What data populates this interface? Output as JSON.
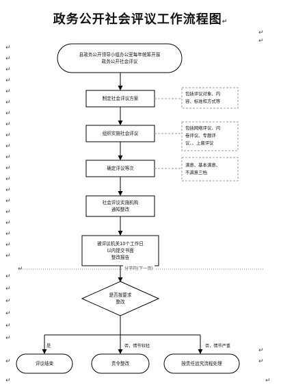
{
  "title": "政务公开社会评议工作流程图",
  "paragraph_mark": "↵",
  "flow": {
    "start": [
      "县政务公开领导小组办公室每年统筹开展",
      "政务公开社会评议"
    ],
    "step1": "制定社会评议方案",
    "step2": "组织实施社会评议",
    "step3": "确定评议等次",
    "step4": [
      "社会评议实施机构",
      "通知整改"
    ],
    "step5": [
      "被评议机关10个工作日",
      "以内提交书面",
      "整改报告"
    ],
    "decision": [
      "是否按要求",
      "整改"
    ],
    "end_yes": "评议结束",
    "end_warn": "责令整改",
    "end_severe": "按责任追究流程处理"
  },
  "notes": {
    "note1": [
      "包括评议对象、内",
      "容、标准和方式等"
    ],
    "note2": [
      "包括网络评议、问",
      "卷评议、专题评",
      "议、、上督评议"
    ],
    "note3": [
      "满意、基本满意、",
      "不满意三档"
    ]
  },
  "page_break_label": "分节符(下一页)",
  "branch_labels": {
    "yes": "是",
    "no_minor": "否，情节较轻",
    "no_severe": "否，情节严重"
  }
}
